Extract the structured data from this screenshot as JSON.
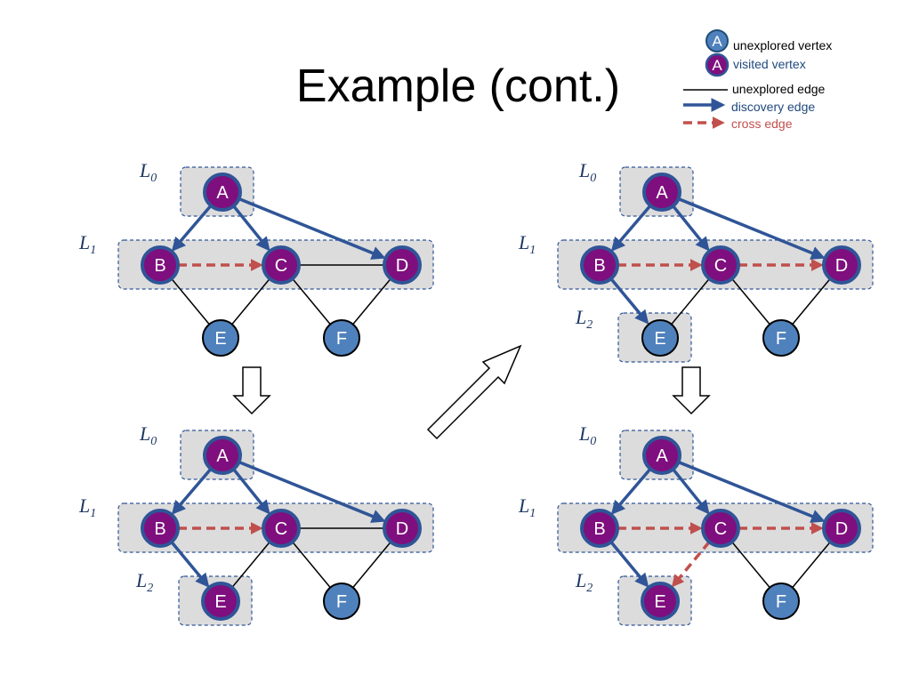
{
  "title": "Example (cont.)",
  "legend": {
    "unexplored_vertex": "unexplored vertex",
    "visited_vertex": "visited vertex",
    "unexplored_edge": "unexplored edge",
    "discovery_edge": "discovery edge",
    "cross_edge": "cross edge",
    "sample_vertex_label": "A"
  },
  "colors": {
    "unexplored_vertex": "#4f81bd",
    "visited_vertex": "#7f0f7e",
    "vertex_border": "#1f4e79",
    "discovery_edge": "#2f5597",
    "cross_edge": "#c0504d",
    "unexplored_edge": "#000000",
    "level_box_fill": "#dcdcdc",
    "level_box_border": "#2f5597",
    "legend_discovery_text": "#1f497d",
    "legend_cross_text": "#c0504d"
  },
  "level_prefix": "L",
  "vertices": [
    "A",
    "B",
    "C",
    "D",
    "E",
    "F"
  ],
  "panels": [
    {
      "id": "top-left",
      "visited": [
        "A",
        "B",
        "C",
        "D"
      ],
      "levels": [
        [
          "A"
        ],
        [
          "B",
          "C",
          "D"
        ]
      ],
      "discovery": [
        [
          "A",
          "B"
        ],
        [
          "A",
          "C"
        ],
        [
          "A",
          "D"
        ]
      ],
      "cross": [
        [
          "B",
          "C"
        ]
      ],
      "unexplored": [
        [
          "C",
          "D"
        ],
        [
          "B",
          "E"
        ],
        [
          "C",
          "E"
        ],
        [
          "C",
          "F"
        ],
        [
          "D",
          "F"
        ]
      ]
    },
    {
      "id": "top-right",
      "visited": [
        "A",
        "B",
        "C",
        "D"
      ],
      "levels": [
        [
          "A"
        ],
        [
          "B",
          "C",
          "D"
        ],
        [
          "E"
        ]
      ],
      "discovery": [
        [
          "A",
          "B"
        ],
        [
          "A",
          "C"
        ],
        [
          "A",
          "D"
        ],
        [
          "B",
          "E"
        ]
      ],
      "cross": [
        [
          "B",
          "C"
        ],
        [
          "C",
          "D"
        ]
      ],
      "unexplored": [
        [
          "C",
          "E"
        ],
        [
          "C",
          "F"
        ],
        [
          "D",
          "F"
        ]
      ]
    },
    {
      "id": "bottom-left",
      "visited": [
        "A",
        "B",
        "C",
        "D",
        "E"
      ],
      "levels": [
        [
          "A"
        ],
        [
          "B",
          "C",
          "D"
        ],
        [
          "E"
        ]
      ],
      "discovery": [
        [
          "A",
          "B"
        ],
        [
          "A",
          "C"
        ],
        [
          "A",
          "D"
        ],
        [
          "B",
          "E"
        ]
      ],
      "cross": [
        [
          "B",
          "C"
        ]
      ],
      "unexplored": [
        [
          "C",
          "D"
        ],
        [
          "C",
          "E"
        ],
        [
          "C",
          "F"
        ],
        [
          "D",
          "F"
        ]
      ]
    },
    {
      "id": "bottom-right",
      "visited": [
        "A",
        "B",
        "C",
        "D",
        "E"
      ],
      "levels": [
        [
          "A"
        ],
        [
          "B",
          "C",
          "D"
        ],
        [
          "E"
        ]
      ],
      "discovery": [
        [
          "A",
          "B"
        ],
        [
          "A",
          "C"
        ],
        [
          "A",
          "D"
        ],
        [
          "B",
          "E"
        ]
      ],
      "cross": [
        [
          "B",
          "C"
        ],
        [
          "C",
          "D"
        ],
        [
          "C",
          "E"
        ]
      ],
      "unexplored": [
        [
          "C",
          "F"
        ],
        [
          "D",
          "F"
        ]
      ]
    }
  ]
}
